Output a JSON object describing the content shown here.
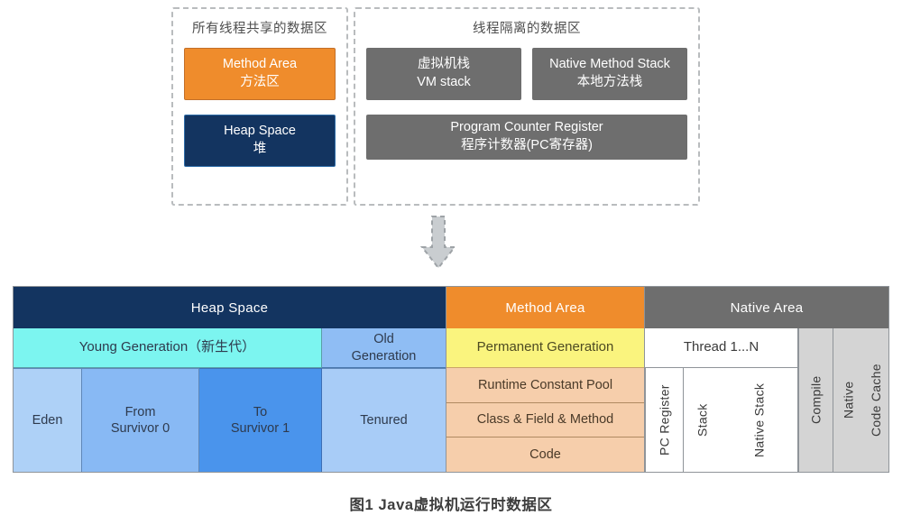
{
  "top_section": {
    "shared_panel": {
      "title": "所有线程共享的数据区",
      "blocks": [
        {
          "name": "method-area",
          "line1": "Method Area",
          "line2": "方法区",
          "color": "#ef8c2c"
        },
        {
          "name": "heap-space",
          "line1": "Heap Space",
          "line2": "堆",
          "color": "#133460"
        }
      ]
    },
    "isolated_panel": {
      "title": "线程隔离的数据区",
      "blocks": [
        {
          "name": "vm-stack",
          "line1": "虚拟机栈",
          "line2": "VM stack",
          "color": "#6e6e6e"
        },
        {
          "name": "native-method-stack",
          "line1": "Native Method Stack",
          "line2": "本地方法栈",
          "color": "#6e6e6e"
        },
        {
          "name": "pc-register",
          "line1": "Program Counter Register",
          "line2": "程序计数器(PC寄存器)",
          "color": "#6e6e6e"
        }
      ]
    }
  },
  "arrow": {
    "icon": "arrow-down-icon",
    "color": "#c4c8cb"
  },
  "memory_table": {
    "headers": [
      {
        "label": "Heap Space",
        "color": "#133460"
      },
      {
        "label": "Method Area",
        "color": "#ef8c2c"
      },
      {
        "label": "Native Area",
        "color": "#6e6e6e"
      }
    ],
    "heap": {
      "generations": [
        {
          "label": "Young Generation（新生代）",
          "color": "#7cf5f0"
        },
        {
          "label": "Old\nGeneration",
          "line1": "Old",
          "line2": "Generation",
          "color": "#8fbdf4"
        }
      ],
      "spaces": [
        {
          "line1": "Eden",
          "line2": "",
          "color": "#aed1f7"
        },
        {
          "line1": "From",
          "line2": "Survivor 0",
          "color": "#88b9f4"
        },
        {
          "line1": "To",
          "line2": "Survivor 1",
          "color": "#4a94ec"
        },
        {
          "line1": "Tenured",
          "line2": "",
          "color": "#a8ccf7"
        }
      ]
    },
    "method_area": {
      "permanent_generation": {
        "label": "Permanent Generation",
        "color": "#faf47e"
      },
      "rows": [
        {
          "label": "Runtime Constant Pool",
          "color": "#f6ceab"
        },
        {
          "label": "Class & Field & Method",
          "color": "#f6ceab"
        },
        {
          "label": "Code",
          "color": "#f6ceab"
        }
      ]
    },
    "native_area": {
      "thread_label": "Thread 1...N",
      "thread_columns": [
        {
          "label": "PC Register",
          "color": "#ffffff"
        },
        {
          "label": "Stack",
          "color": "#ffffff"
        },
        {
          "label": "Native Stack",
          "color": "#ffffff"
        }
      ],
      "other_columns": [
        {
          "label": "Compile",
          "color": "#d4d4d4"
        },
        {
          "label": "Native",
          "color": "#d4d4d4"
        },
        {
          "label": "Code Cache",
          "color": "#d4d4d4"
        }
      ]
    }
  },
  "caption": "图1  Java虚拟机运行时数据区"
}
